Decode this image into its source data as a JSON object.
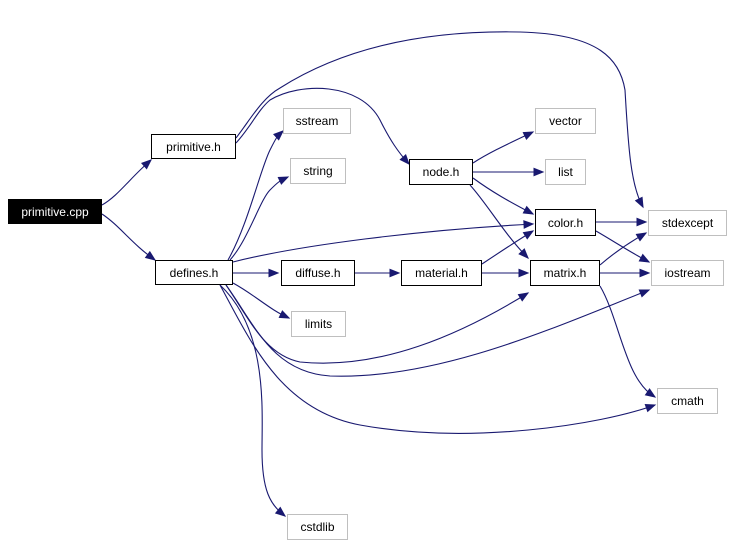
{
  "colors": {
    "edge": "#191970",
    "internal_border": "#000000",
    "external_border": "#bfbfbf",
    "root_fill": "#000000",
    "root_text": "#ffffff"
  },
  "nodes": {
    "primitive_cpp": {
      "label": "primitive.cpp",
      "kind": "root"
    },
    "primitive_h": {
      "label": "primitive.h",
      "kind": "internal"
    },
    "defines_h": {
      "label": "defines.h",
      "kind": "internal"
    },
    "sstream": {
      "label": "sstream",
      "kind": "external"
    },
    "string": {
      "label": "string",
      "kind": "external"
    },
    "node_h": {
      "label": "node.h",
      "kind": "internal"
    },
    "vector": {
      "label": "vector",
      "kind": "external"
    },
    "list": {
      "label": "list",
      "kind": "external"
    },
    "color_h": {
      "label": "color.h",
      "kind": "internal"
    },
    "stdexcept": {
      "label": "stdexcept",
      "kind": "external"
    },
    "diffuse_h": {
      "label": "diffuse.h",
      "kind": "internal"
    },
    "material_h": {
      "label": "material.h",
      "kind": "internal"
    },
    "matrix_h": {
      "label": "matrix.h",
      "kind": "internal"
    },
    "iostream": {
      "label": "iostream",
      "kind": "external"
    },
    "limits": {
      "label": "limits",
      "kind": "external"
    },
    "cmath": {
      "label": "cmath",
      "kind": "external"
    },
    "cstdlib": {
      "label": "cstdlib",
      "kind": "external"
    }
  },
  "edges": [
    {
      "from": "primitive_cpp",
      "to": "primitive_h"
    },
    {
      "from": "primitive_cpp",
      "to": "defines_h"
    },
    {
      "from": "primitive_h",
      "to": "node_h"
    },
    {
      "from": "primitive_h",
      "to": "stdexcept"
    },
    {
      "from": "defines_h",
      "to": "sstream"
    },
    {
      "from": "defines_h",
      "to": "string"
    },
    {
      "from": "defines_h",
      "to": "color_h"
    },
    {
      "from": "defines_h",
      "to": "diffuse_h"
    },
    {
      "from": "defines_h",
      "to": "matrix_h"
    },
    {
      "from": "defines_h",
      "to": "iostream"
    },
    {
      "from": "defines_h",
      "to": "limits"
    },
    {
      "from": "defines_h",
      "to": "cmath"
    },
    {
      "from": "defines_h",
      "to": "cstdlib"
    },
    {
      "from": "node_h",
      "to": "vector"
    },
    {
      "from": "node_h",
      "to": "list"
    },
    {
      "from": "node_h",
      "to": "color_h"
    },
    {
      "from": "node_h",
      "to": "matrix_h"
    },
    {
      "from": "diffuse_h",
      "to": "material_h"
    },
    {
      "from": "material_h",
      "to": "color_h"
    },
    {
      "from": "material_h",
      "to": "matrix_h"
    },
    {
      "from": "color_h",
      "to": "stdexcept"
    },
    {
      "from": "color_h",
      "to": "iostream"
    },
    {
      "from": "matrix_h",
      "to": "stdexcept"
    },
    {
      "from": "matrix_h",
      "to": "iostream"
    },
    {
      "from": "matrix_h",
      "to": "cmath"
    }
  ]
}
